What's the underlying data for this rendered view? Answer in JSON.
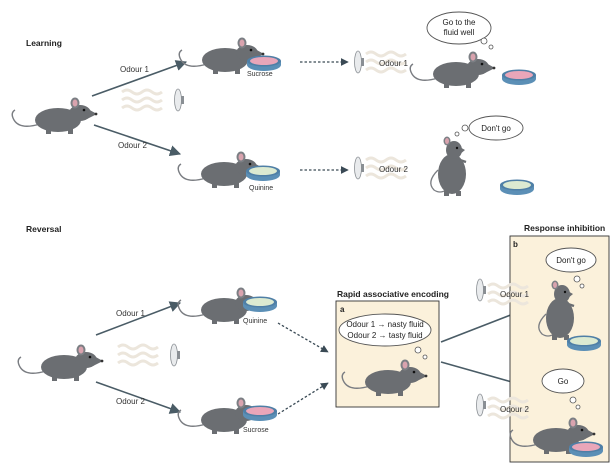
{
  "learning": {
    "title": "Learning",
    "odour1_label": "Odour 1",
    "odour2_label": "Odour 2",
    "sucrose_label": "Sucrose",
    "quinine_label": "Quinine",
    "test_odour1_label": "Odour 1",
    "test_odour2_label": "Odour 2",
    "thought_go_line1": "Go to the",
    "thought_go_line2": "fluid well",
    "thought_dont_go": "Don't go"
  },
  "reversal": {
    "title": "Reversal",
    "odour1_label": "Odour 1",
    "odour2_label": "Odour 2",
    "quinine_label": "Quinine",
    "sucrose_label": "Sucrose"
  },
  "encoding": {
    "title": "Rapid associative encoding",
    "panel_letter": "a",
    "line1": "Odour 1 → nasty fluid",
    "line2": "Odour 2 → tasty fluid"
  },
  "inhibition": {
    "title": "Response inhibition",
    "panel_letter": "b",
    "odour1_label": "Odour 1",
    "odour2_label": "Odour 2",
    "thought_dont_go": "Don't go",
    "thought_go": "Go"
  },
  "colors": {
    "arrow": "#4a5c66",
    "rat": "#6b6e72",
    "panel_fill": "#fbf1db",
    "sucrose": "#e9a6b9",
    "quinine": "#dcead1",
    "dish": "#5b8fb6"
  }
}
